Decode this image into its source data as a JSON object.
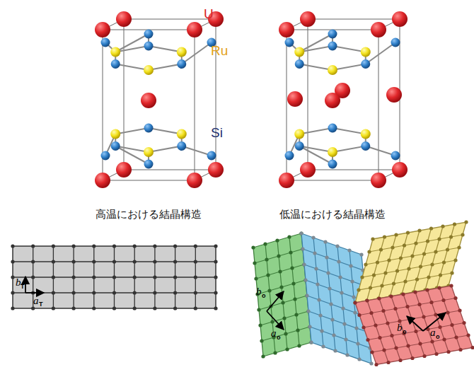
{
  "diagram": {
    "labels": [
      "U",
      "Ru",
      "Si",
      "高温における結晶構造",
      "低温における結晶構造",
      "b",
      "T",
      "a",
      "T",
      "b",
      "o",
      "a",
      "o",
      "b",
      "o",
      "a",
      "o"
    ]
  }
}
